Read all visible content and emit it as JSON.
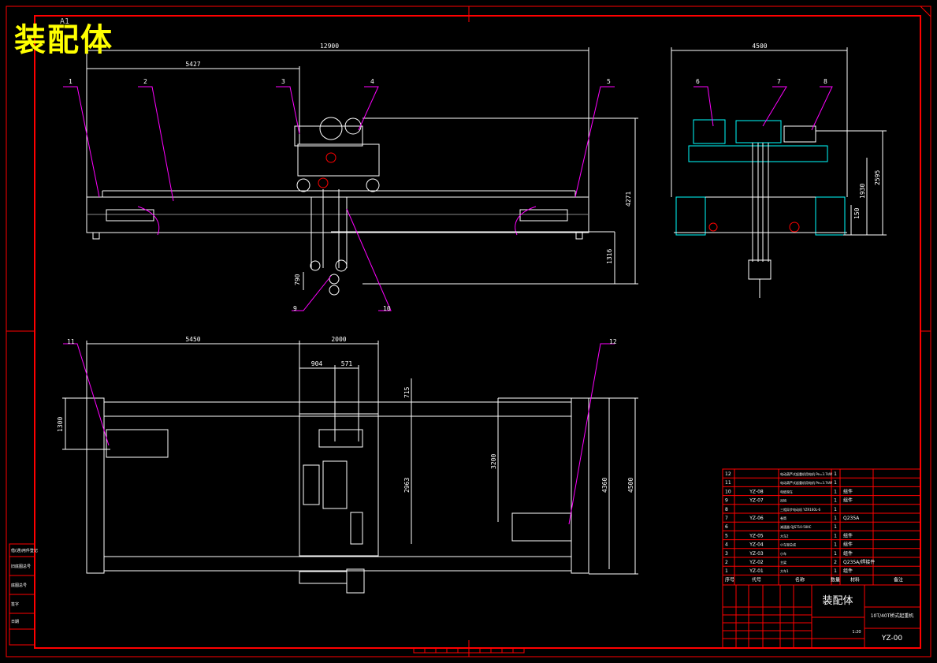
{
  "drawing": {
    "big_title": "装配体",
    "stamp": "A1",
    "front_view": {
      "dims": {
        "overall": "12900",
        "left": "5427",
        "height": "4271",
        "bottom": "1316",
        "hook": "790"
      },
      "balloons": [
        "1",
        "2",
        "3",
        "4",
        "5",
        "9",
        "10"
      ]
    },
    "side_view": {
      "dims": {
        "width": "4500",
        "h1": "2595",
        "h2": "1930",
        "h3": "150"
      },
      "balloons": [
        "6",
        "7",
        "8"
      ]
    },
    "plan_view": {
      "dims": {
        "left": "5450",
        "trolley": "2000",
        "d904": "904",
        "d571": "571",
        "d715": "715",
        "d1300": "1300",
        "d2963": "2963",
        "d3200": "3200",
        "d4360": "4360",
        "d4500": "4500"
      },
      "balloons": [
        "11",
        "12"
      ]
    },
    "side_stamp": {
      "rows": [
        "借(通)用件登记",
        "旧底图总号",
        "底图总号",
        "签字",
        "日期"
      ]
    },
    "bom": {
      "rows": [
        {
          "seq": "12",
          "code": "",
          "name": "电动葫芦式起重机用电机 Pe=3.7kW",
          "qty": "1",
          "mat": ""
        },
        {
          "seq": "11",
          "code": "",
          "name": "电动葫芦式起重机用电机 Pe=3.7kW",
          "qty": "1",
          "mat": ""
        },
        {
          "seq": "10",
          "code": "YZ-08",
          "name": "电缆滑车",
          "qty": "1",
          "mat": "组件"
        },
        {
          "seq": "9",
          "code": "YZ-07",
          "name": "吊钩",
          "qty": "1",
          "mat": "组件"
        },
        {
          "seq": "8",
          "code": "",
          "name": "三相异步电动机 YZR160L-6",
          "qty": "1",
          "mat": ""
        },
        {
          "seq": "7",
          "code": "YZ-06",
          "name": "卷筒",
          "qty": "1",
          "mat": "Q235A"
        },
        {
          "seq": "6",
          "code": "",
          "name": "减速器 QJS710-50IIC",
          "qty": "1",
          "mat": ""
        },
        {
          "seq": "5",
          "code": "YZ-05",
          "name": "大车2",
          "qty": "1",
          "mat": "组件"
        },
        {
          "seq": "4",
          "code": "YZ-04",
          "name": "小车架总成",
          "qty": "1",
          "mat": "组件"
        },
        {
          "seq": "3",
          "code": "YZ-03",
          "name": "小车",
          "qty": "1",
          "mat": "组件"
        },
        {
          "seq": "2",
          "code": "YZ-02",
          "name": "主梁",
          "qty": "2",
          "mat": "Q235A/焊接件"
        },
        {
          "seq": "1",
          "code": "YZ-01",
          "name": "大车1",
          "qty": "1",
          "mat": "组件"
        }
      ],
      "header": [
        "序号",
        "代号",
        "名称",
        "数量",
        "材料",
        "备注"
      ]
    },
    "title_block": {
      "name": "装配体",
      "subtitle": "10T/40T桥式起重机",
      "code": "YZ-00",
      "scale": "1:20"
    }
  },
  "colors": {
    "frame": "#ff0000",
    "outline": "#ffffff",
    "dim": "#ffffff",
    "leader": "#ff00ff",
    "cyan": "#00ffff",
    "title": "#ffff00"
  }
}
